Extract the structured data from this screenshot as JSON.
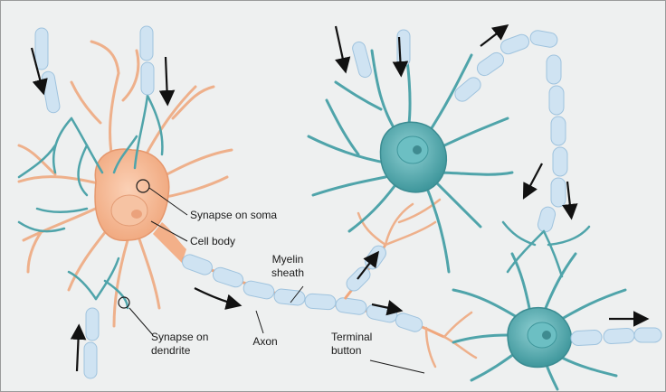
{
  "labels": {
    "synapse_soma": "Synapse on soma",
    "cell_body": "Cell body",
    "myelin_line1": "Myelin",
    "myelin_line2": "sheath",
    "synapse_dendrite_line1": "Synapse on",
    "synapse_dendrite_line2": "dendrite",
    "axon": "Axon",
    "terminal_line1": "Terminal",
    "terminal_line2": "button"
  },
  "colors": {
    "background": "#eef0f0",
    "soma_orange": "#f7b994",
    "soma_orange_dark": "#e89a70",
    "neuron_teal": "#5fb3b8",
    "neuron_teal_dark": "#3e8f95",
    "myelin": "#cfe3f2",
    "myelin_edge": "#9fc3de",
    "node_orange": "#e79a72"
  }
}
